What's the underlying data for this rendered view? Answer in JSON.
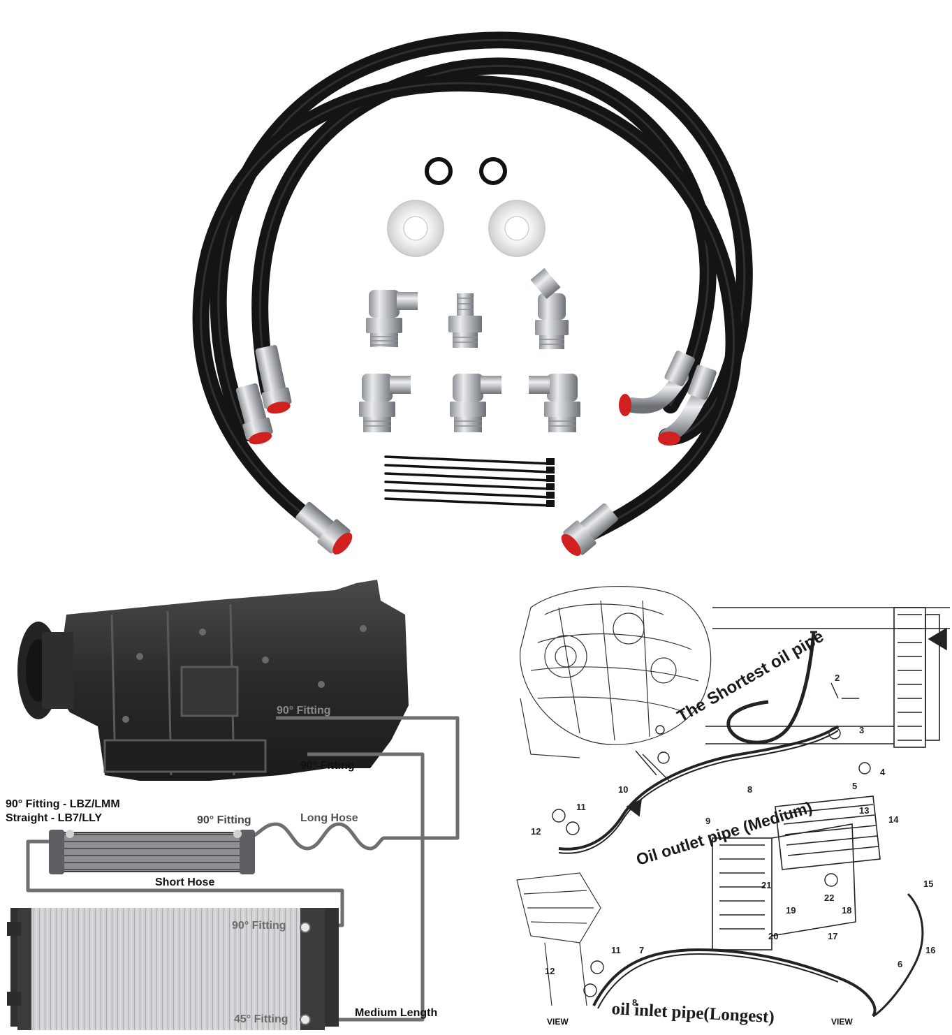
{
  "left_diagram": {
    "fitting_90_upper": "90° Fitting",
    "fitting_90_lower": "90° Fitting",
    "legend_line1": "90° Fitting - LBZ/LMM",
    "legend_line2": "Straight - LB7/LLY",
    "cooler_fitting": "90° Fitting",
    "long_hose": "Long Hose",
    "short_hose": "Short Hose",
    "radiator_fitting_90": "90° Fitting",
    "radiator_fitting_45": "45° Fitting",
    "medium_length": "Medium Length"
  },
  "right_diagram": {
    "shortest_pipe": "The Shortest oil pipe",
    "outlet_pipe": "Oil outlet pipe (Medium)",
    "inlet_pipe": "oil inlet pipe(Longest)",
    "view_left": "VIEW",
    "view_right": "VIEW"
  },
  "colors": {
    "hose": "#1a1a1a",
    "fitting_steel": "#c9ccd0",
    "cap_red": "#d21f1f",
    "washer": "#e3e3e3",
    "route_line": "#6f6f6f"
  },
  "kit_items": {
    "hoses": 3,
    "o_rings": 2,
    "washers": 2,
    "fittings": 6,
    "cable_ties": 6
  }
}
